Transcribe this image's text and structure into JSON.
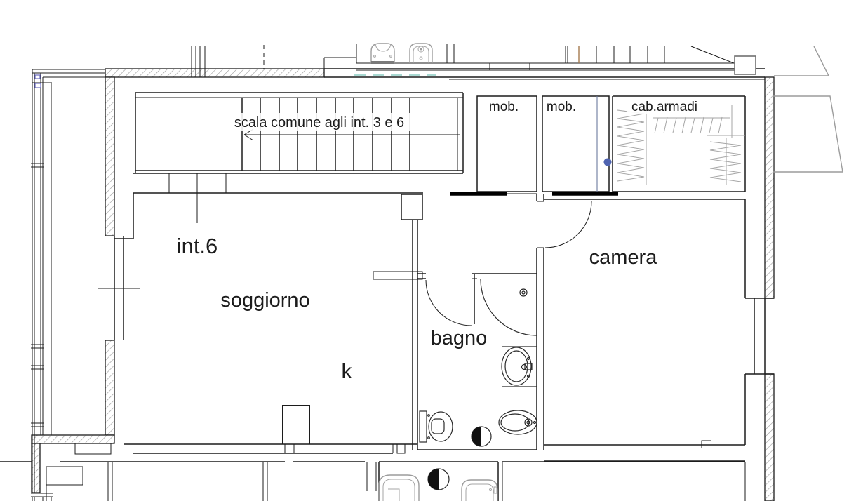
{
  "labels": {
    "staircase": "scala comune agli int. 3 e 6",
    "closet_left": "mob.",
    "closet_right": "mob.",
    "wardrobe": "cab.armadi",
    "unit": "int.6",
    "living_room": "soggiorno",
    "kitchen": "k",
    "bathroom": "bagno",
    "bedroom": "camera"
  },
  "colors": {
    "line": "#1c1c1c",
    "wall_hatch": "#9a9a9a",
    "gray_detail": "#9c9c9c",
    "accent_dot": "#4f63b0",
    "teal_dash": "#a9d9d2",
    "tan_line": "#a57a4e",
    "blue_detail": "#6b6bbf",
    "slate_line": "#6b7a9e"
  }
}
